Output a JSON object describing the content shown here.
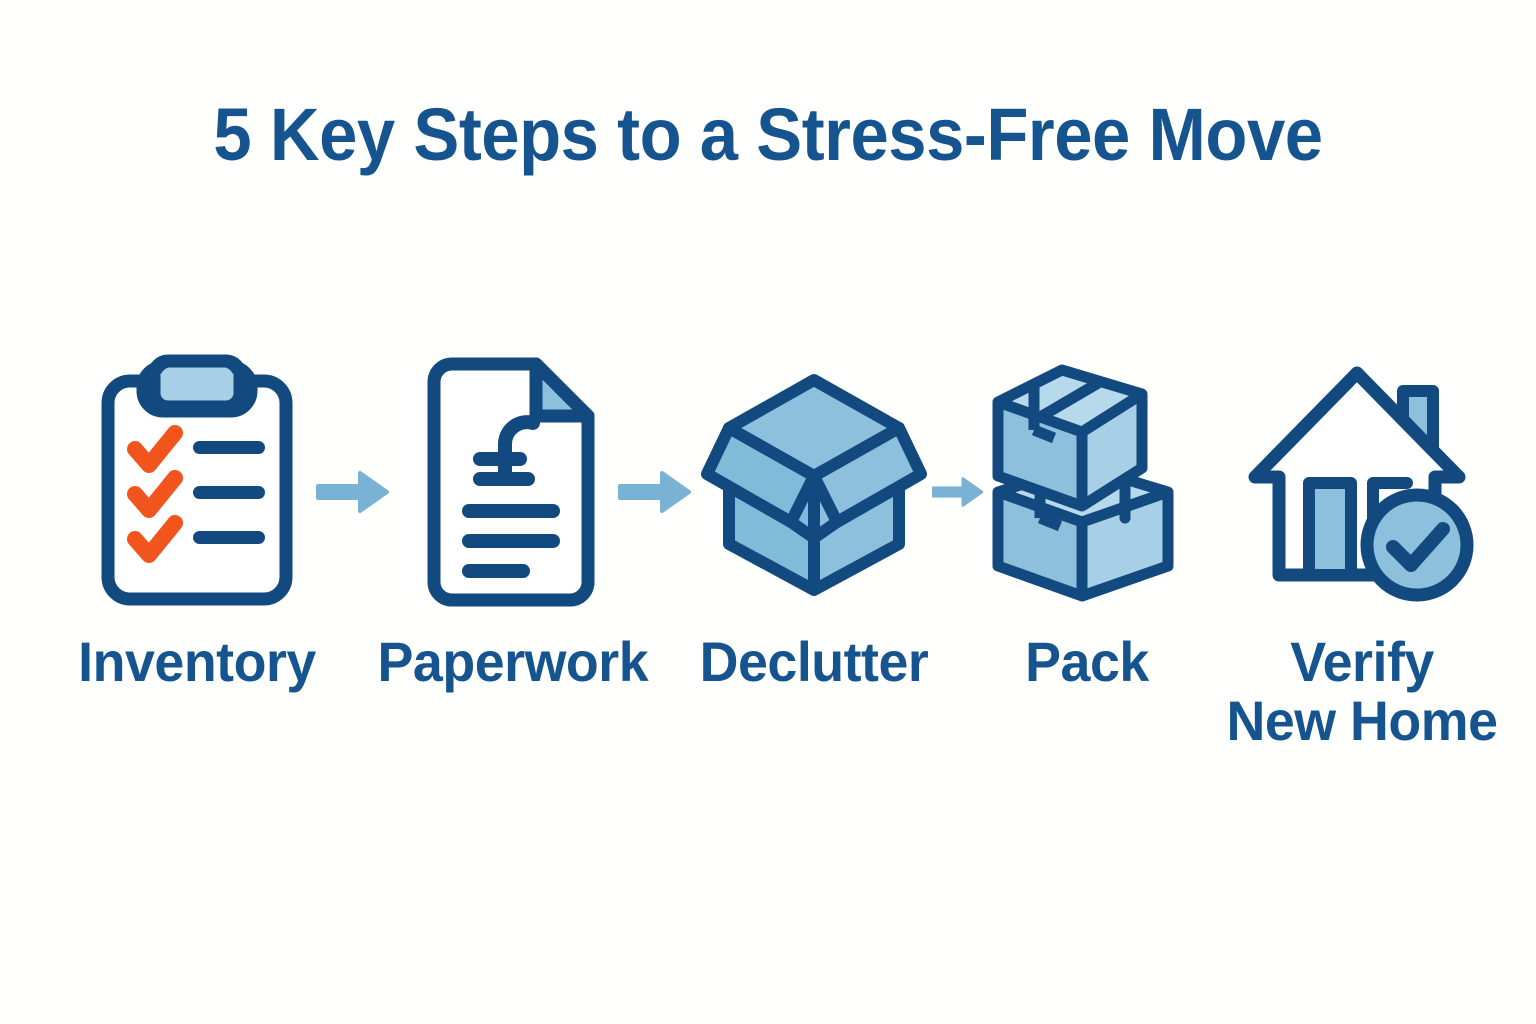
{
  "page": {
    "background_color": "#fffffd",
    "title": "5 Key Steps to a Stress-Free Move"
  },
  "colors": {
    "navy": "#15548e",
    "dark_navy": "#124a80",
    "light_blue": "#82bada",
    "pale_blue": "#a7cfe6",
    "arrow_blue": "#79b2d4",
    "orange": "#f1551d",
    "white": "#ffffff"
  },
  "steps": [
    {
      "index": 1,
      "label": "Inventory",
      "icon": "clipboard-checklist-icon",
      "checks": 3
    },
    {
      "index": 2,
      "label": "Paperwork",
      "icon": "document-pound-icon",
      "currency_symbol": "£"
    },
    {
      "index": 3,
      "label": "Declutter",
      "icon": "open-box-icon"
    },
    {
      "index": 4,
      "label": "Pack",
      "icon": "stacked-boxes-icon"
    },
    {
      "index": 5,
      "label": "Verify\nNew Home",
      "icon": "house-check-icon"
    }
  ],
  "arrows": [
    {
      "index": 1,
      "icon": "arrow-right-icon"
    },
    {
      "index": 2,
      "icon": "arrow-right-icon"
    },
    {
      "index": 3,
      "icon": "arrow-right-icon"
    }
  ]
}
